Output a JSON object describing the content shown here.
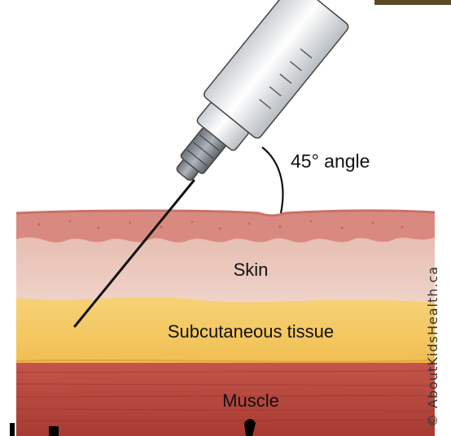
{
  "diagram": {
    "angle_label": "45° angle",
    "layers": {
      "skin": "Skin",
      "subcutaneous": "Subcutaneous tissue",
      "muscle": "Muscle"
    },
    "credit": "© AboutKidsHealth.ca",
    "colors": {
      "skin_top": "#d98a80",
      "dermis": "#ecc9bf",
      "fat": "#f4c863",
      "muscle": "#b9473d",
      "syringe": "#e9ecee",
      "needle": "#111111"
    }
  }
}
